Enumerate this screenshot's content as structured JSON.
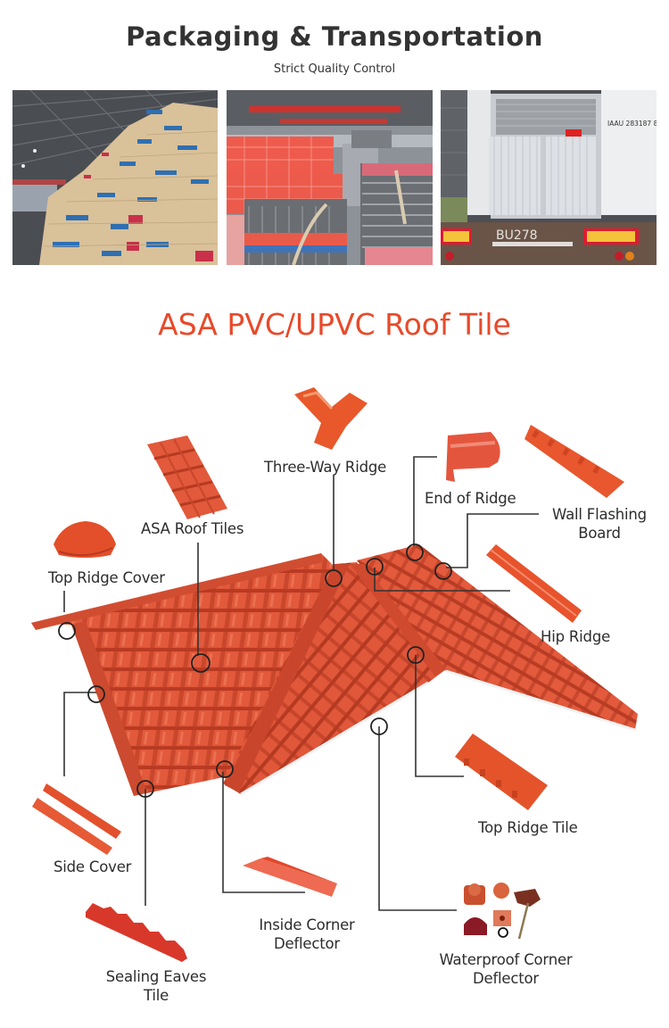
{
  "packaging": {
    "title": "Packaging & Transportation",
    "subtitle": "Strict Quality Control",
    "photos": [
      {
        "icon": "warehouse-sacks-photo"
      },
      {
        "icon": "stacked-roof-tiles-photo"
      },
      {
        "icon": "loaded-container-photo",
        "container_code": "IAAU 283187 8",
        "plate": "BU278"
      }
    ]
  },
  "product": {
    "title": "ASA PVC/UPVC Roof Tile",
    "labels": {
      "three_way_ridge": "Three-Way Ridge",
      "end_of_ridge": "End of Ridge",
      "asa_roof_tiles": "ASA Roof Tiles",
      "wall_flashing_line1": "Wall Flashing",
      "wall_flashing_line2": "Board",
      "top_ridge_cover": "Top Ridge Cover",
      "hip_ridge": "Hip Ridge",
      "top_ridge_tile": "Top Ridge Tile",
      "side_cover": "Side Cover",
      "inside_corner_line1": "Inside Corner",
      "inside_corner_line2": "Deflector",
      "waterproof_corner_line1": "Waterproof Corner",
      "waterproof_corner_line2": "Deflector",
      "sealing_eaves_line1": "Sealing Eaves",
      "sealing_eaves_line2": "Tile"
    }
  },
  "colors": {
    "title_red": "#e84a2a",
    "tile_orange": "#e2593b",
    "tile_dark": "#b83a22",
    "heading_gray": "#333333"
  }
}
